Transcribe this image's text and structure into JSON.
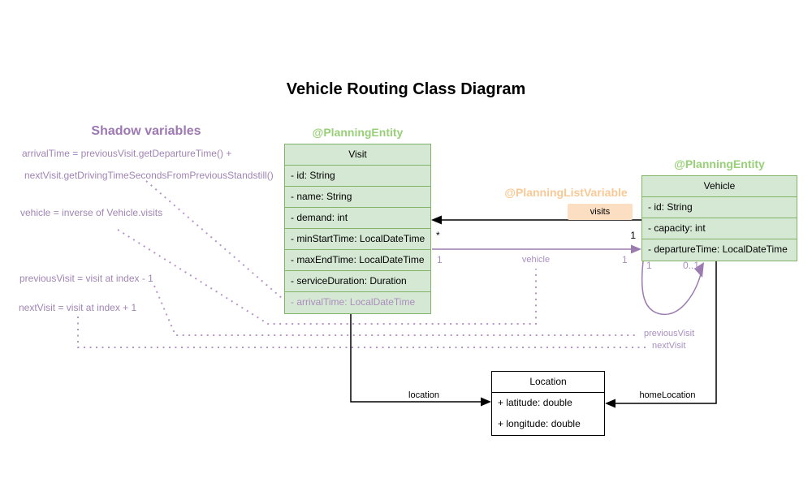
{
  "title": "Vehicle Routing Class Diagram",
  "shadow_panel": {
    "heading": "Shadow variables",
    "lines": [
      "arrivalTime = previousVisit.getDepartureTime() +",
      "nextVisit.getDrivingTimeSecondsFromPreviousStandstill()",
      "vehicle = inverse of Vehicle.visits",
      "previousVisit = visit at index - 1",
      "nextVisit = visit at index + 1"
    ]
  },
  "stereotypes": {
    "visit": "@PlanningEntity",
    "vehicle": "@PlanningEntity",
    "list_variable": "@PlanningListVariable"
  },
  "classes": {
    "visit": {
      "name": "Visit",
      "attributes": [
        "- id: String",
        "- name: String",
        "- demand: int",
        "- minStartTime: LocalDateTime",
        "- maxEndTime: LocalDateTime",
        "- serviceDuration: Duration",
        "- arrivalTime: LocalDateTime"
      ]
    },
    "vehicle": {
      "name": "Vehicle",
      "attributes": [
        "- id: String",
        "- capacity: int",
        "- departureTime: LocalDateTime"
      ]
    },
    "location": {
      "name": "Location",
      "attributes": [
        "+ latitude: double",
        "+ longitude: double"
      ]
    }
  },
  "relations": {
    "visits": {
      "label": "visits",
      "mult_vehicle_end": "1",
      "mult_visit_end": "*"
    },
    "vehicle_ref": {
      "label": "vehicle",
      "mult_visit_end": "1",
      "mult_vehicle_end": "1"
    },
    "self_loop": {
      "mult_source": "1",
      "mult_target": "0..1"
    },
    "location_ref": {
      "label": "location"
    },
    "home_location_ref": {
      "label": "homeLocation"
    },
    "previous_visit": {
      "label": "previousVisit"
    },
    "next_visit": {
      "label": "nextVisit"
    }
  },
  "colors": {
    "green_border": "#82b366",
    "green_fill": "#d5e8d4",
    "green_stereotype_text": "#97d077",
    "orange_stereotype_text": "#f9c995",
    "orange_badge_fill": "#fcdec2",
    "purple_arrow": "#9b7bb0",
    "purple_label": "#a98fc0",
    "purple_dotted": "#b794c7",
    "black": "#000000"
  }
}
